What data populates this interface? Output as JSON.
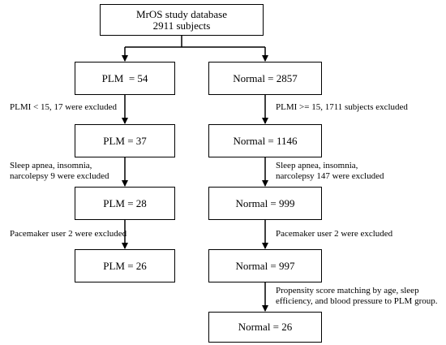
{
  "boxes": {
    "database": {
      "line1": "MrOS study database",
      "line2": "2911 subjects"
    },
    "plm_1": "PLM  = 54",
    "normal_1": "Normal = 2857",
    "plm_2": "PLM = 37",
    "normal_2": "Normal = 1146",
    "plm_3": "PLM = 28",
    "normal_3": "Normal = 999",
    "plm_4": "PLM = 26",
    "normal_4": "Normal = 997",
    "normal_5": "Normal = 26"
  },
  "notes": {
    "plm_exclusion_plmi": "PLMI < 15, 17 were excluded",
    "normal_exclusion_plmi": "PLMI >= 15, 1711 subjects excluded",
    "plm_exclusion_sleep": [
      "Sleep apnea, insomnia,",
      "narcolepsy 9 were excluded"
    ],
    "normal_exclusion_sleep": [
      "Sleep apnea, insomnia,",
      "narcolepsy 147 were excluded"
    ],
    "plm_exclusion_pacemaker": "Pacemaker user 2 were excluded",
    "normal_exclusion_pacemaker": "Pacemaker user 2 were excluded",
    "matching": [
      "Propensity score matching by age, sleep",
      "efficiency, and blood pressure to PLM group."
    ]
  }
}
